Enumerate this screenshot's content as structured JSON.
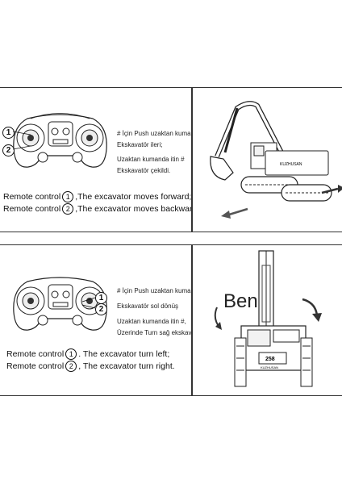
{
  "section1": {
    "notes": [
      "# İçin Push uzaktan kumanda",
      "Ekskavatör ileri;",
      "Uzaktan kumanda itin #",
      "Ekskavatör çekildi."
    ],
    "caption_1_prefix": "Remote control",
    "caption_1_num": "1",
    "caption_1_text": ",The excavator moves forward;",
    "caption_2_prefix": "Remote control",
    "caption_2_num": "2",
    "caption_2_text": ",The excavator moves backward.",
    "callouts": [
      "1",
      "2"
    ],
    "machine_label": "KUZHUSAN"
  },
  "section2": {
    "notes": [
      "# İçin Push uzaktan kumanda",
      "Ekskavatör sol dönüş",
      "Uzaktan kumanda itin #,",
      "Üzerinde Turn sağ ekskavatör"
    ],
    "caption_1_prefix": "Remote control",
    "caption_1_num": "1",
    "caption_1_text": ". The excavator turn left;",
    "caption_2_prefix": "Remote control",
    "caption_2_num": "2",
    "caption_2_text": ", The excavator turn right.",
    "callouts": [
      "1",
      "2"
    ],
    "overlay_text": "Ben",
    "machine_number": "258",
    "machine_label": "KUZHUSAN"
  }
}
